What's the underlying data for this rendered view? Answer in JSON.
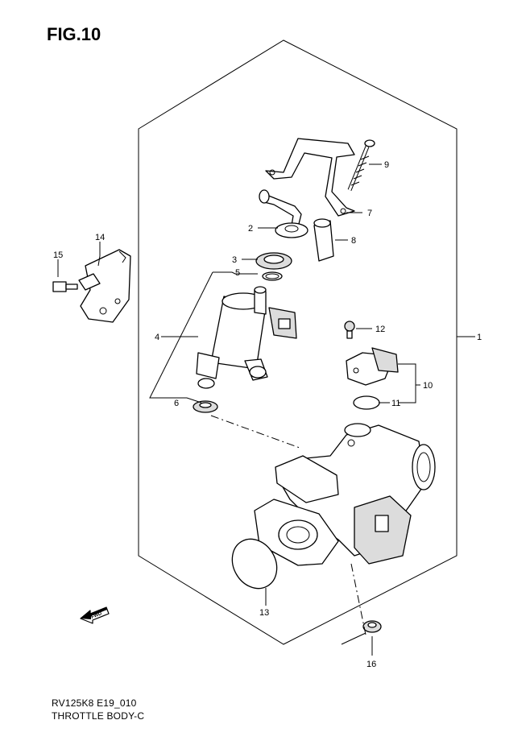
{
  "figure": {
    "title": "FIG.10",
    "model_code": "RV125K8 E19_010",
    "section_name": "THROTTLE BODY-C"
  },
  "callouts": [
    {
      "id": "c1",
      "label": "1"
    },
    {
      "id": "c2",
      "label": "2"
    },
    {
      "id": "c3",
      "label": "3"
    },
    {
      "id": "c4",
      "label": "4"
    },
    {
      "id": "c5",
      "label": "5"
    },
    {
      "id": "c6",
      "label": "6"
    },
    {
      "id": "c7",
      "label": "7"
    },
    {
      "id": "c8",
      "label": "8"
    },
    {
      "id": "c9",
      "label": "9"
    },
    {
      "id": "c10",
      "label": "10"
    },
    {
      "id": "c11",
      "label": "11"
    },
    {
      "id": "c12",
      "label": "12"
    },
    {
      "id": "c13",
      "label": "13"
    },
    {
      "id": "c14",
      "label": "14"
    },
    {
      "id": "c15",
      "label": "15"
    },
    {
      "id": "c16",
      "label": "16"
    }
  ],
  "direction_arrow": {
    "label": "FWD",
    "icon": "arrow-icon"
  }
}
